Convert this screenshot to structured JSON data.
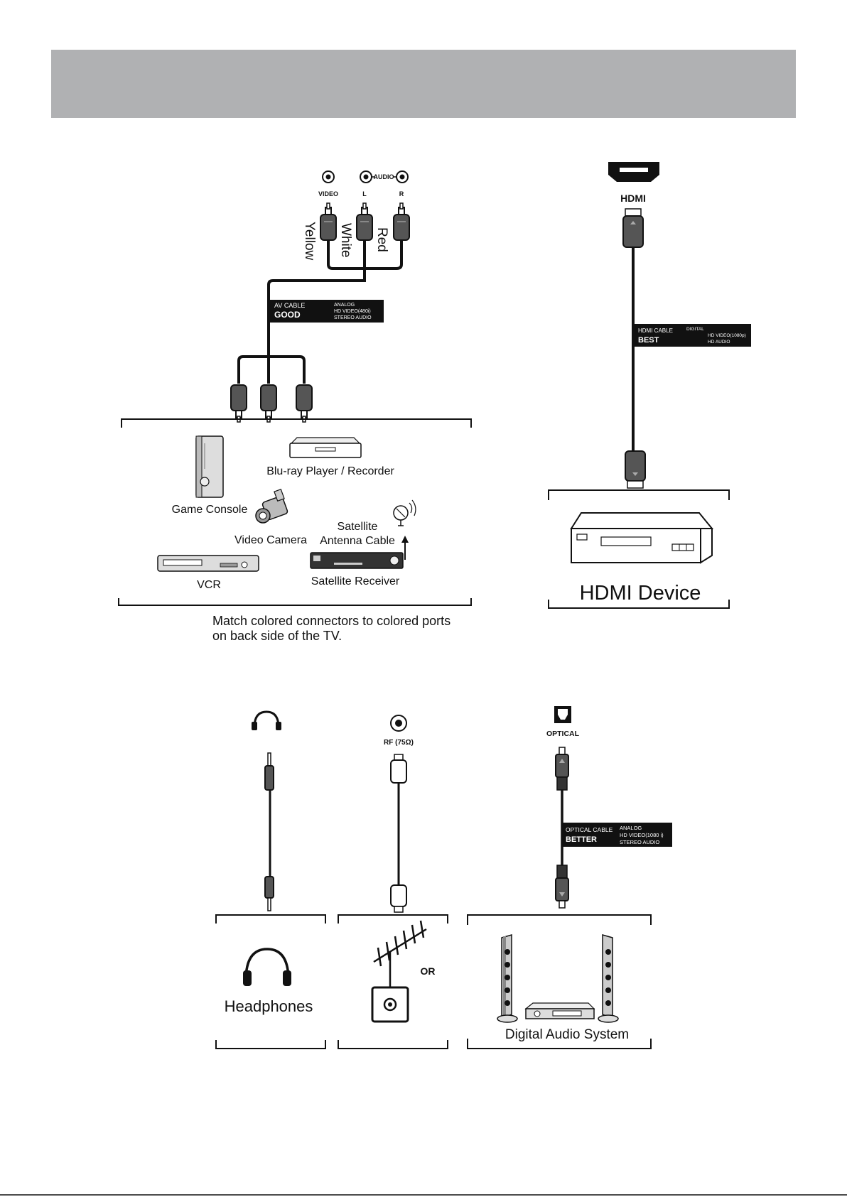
{
  "ports": {
    "video": "VIDEO",
    "audio": "AUDIO",
    "left": "L",
    "right": "R",
    "hdmi": "HDMI",
    "rf": "RF (75Ω)",
    "optical": "OPTICAL"
  },
  "wires": {
    "yellow": "Yellow",
    "white": "White",
    "red": "Red"
  },
  "av_cable": {
    "name": "AV CABLE",
    "rating": "GOOD",
    "lines": [
      "ANALOG",
      "HD VIDEO(480i)",
      "STEREO AUDIO"
    ]
  },
  "hdmi_cable": {
    "name": "HDMI CABLE",
    "rating": "BEST",
    "lines": [
      "DIGITAL",
      "HD VIDEO(1080p)",
      "HD AUDIO"
    ]
  },
  "optical_cable": {
    "name": "OPTICAL CABLE",
    "rating": "BETTER",
    "lines": [
      "ANALOG",
      "HD VIDEO(1080 i)",
      "STEREO AUDIO"
    ]
  },
  "devices": {
    "bluray": "Blu-ray Player / Recorder",
    "game_console": "Game Console",
    "video_camera": "Video Camera",
    "satellite_line1": "Satellite",
    "satellite_line2": "Antenna Cable",
    "vcr": "VCR",
    "satellite_receiver": "Satellite Receiver",
    "hdmi_device": "HDMI Device",
    "headphones": "Headphones",
    "antenna_or": "OR",
    "digital_audio": "Digital Audio System"
  },
  "note": {
    "line1": "Match colored connectors to colored ports",
    "line2": "on back side of the TV."
  }
}
